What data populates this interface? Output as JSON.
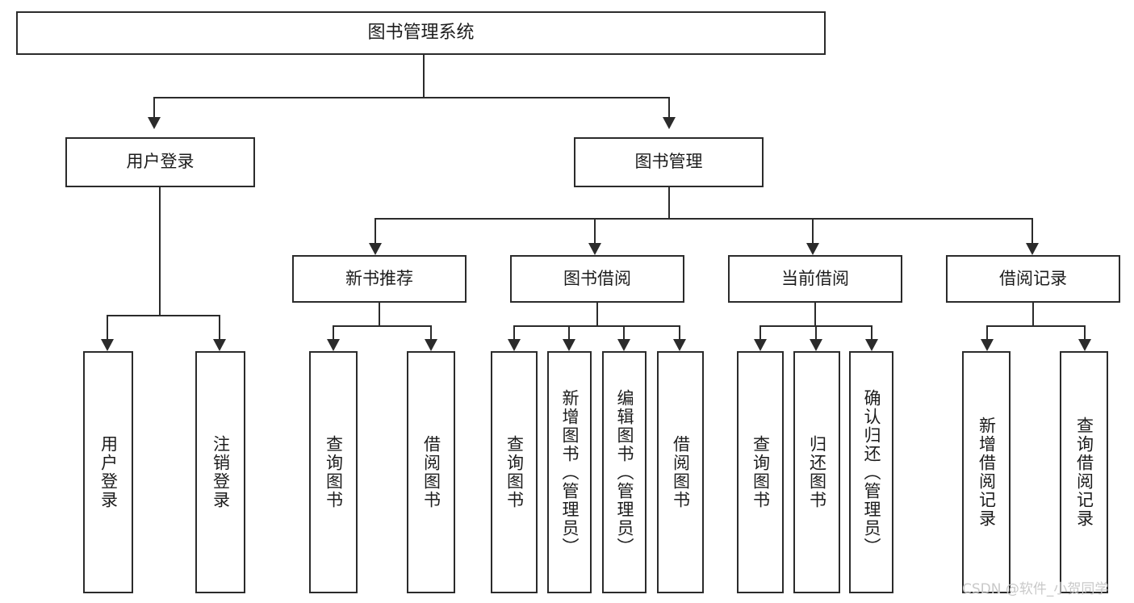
{
  "diagram": {
    "title": "图书管理系统",
    "type": "tree-hierarchy-chart",
    "root": {
      "label": "图书管理系统"
    },
    "level2": [
      {
        "label": "用户登录"
      },
      {
        "label": "图书管理"
      }
    ],
    "level3": [
      {
        "label": "新书推荐"
      },
      {
        "label": "图书借阅"
      },
      {
        "label": "当前借阅"
      },
      {
        "label": "借阅记录"
      }
    ],
    "leaves": [
      {
        "label": "用户登录"
      },
      {
        "label": "注销登录"
      },
      {
        "label": "查询图书"
      },
      {
        "label": "借阅图书"
      },
      {
        "label": "查询图书"
      },
      {
        "label": "新增图书（管理员）"
      },
      {
        "label": "编辑图书（管理员）"
      },
      {
        "label": "借阅图书"
      },
      {
        "label": "查询图书"
      },
      {
        "label": "归还图书"
      },
      {
        "label": "确认归还（管理员）"
      },
      {
        "label": "新增借阅记录"
      },
      {
        "label": "查询借阅记录"
      }
    ]
  },
  "watermark": {
    "text": "CSDN @软件_小贺同学"
  },
  "colors": {
    "stroke": "#2b2b2b",
    "fill": "#ffffff",
    "text": "#1c1c1c",
    "watermark": "#c9c9c9"
  }
}
